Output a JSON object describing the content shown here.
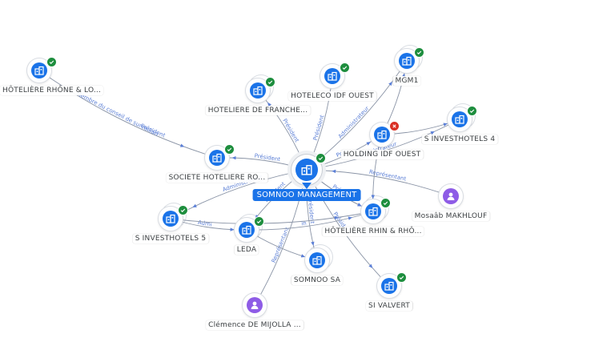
{
  "diagram": {
    "center": {
      "id": "somnoo",
      "label": "SOMNOO MANAGEMENT",
      "type": "company",
      "status": "ok"
    },
    "nodes": [
      {
        "id": "rhone",
        "label": "HÔTELIÈRE RHÔNE & LO...",
        "type": "company",
        "status": "ok"
      },
      {
        "id": "franche",
        "label": "HOTELIERE DE FRANCHE...",
        "type": "company",
        "status": "ok",
        "stack": true
      },
      {
        "id": "hoteleco",
        "label": "HOTELECO IDF OUEST",
        "type": "company",
        "status": "ok"
      },
      {
        "id": "mgm1",
        "label": "MGM1",
        "type": "company",
        "status": "ok",
        "stack": true
      },
      {
        "id": "sinvest4",
        "label": "S INVESTHOTELS 4",
        "type": "company",
        "status": "ok",
        "stack": true
      },
      {
        "id": "holding",
        "label": "HOLDING IDF OUEST",
        "type": "company",
        "status": "bad"
      },
      {
        "id": "societe",
        "label": "SOCIETE HOTELIERE RO...",
        "type": "company",
        "status": "ok"
      },
      {
        "id": "mosaab",
        "label": "Mosaâb MAKHLOUF",
        "type": "person"
      },
      {
        "id": "rhin",
        "label": "HÔTELIÈRE RHIN & RHÔ...",
        "type": "company",
        "status": "ok",
        "stack": true
      },
      {
        "id": "sinvest5",
        "label": "S INVESTHOTELS 5",
        "type": "company",
        "status": "ok",
        "stack": true
      },
      {
        "id": "leda",
        "label": "LEDA",
        "type": "company",
        "status": "ok",
        "stack": true
      },
      {
        "id": "somnoosa",
        "label": "SOMNOO SA",
        "type": "company",
        "stack": true
      },
      {
        "id": "sivalvert",
        "label": "SI VALVERT",
        "type": "company",
        "status": "ok"
      },
      {
        "id": "clemence",
        "label": "Clémence DE MIJOLLA ...",
        "type": "person"
      }
    ],
    "edges": [
      {
        "from": "rhone",
        "to": "societe",
        "labels": [
          "Membre du conseil de surveillan",
          "Président"
        ]
      },
      {
        "from": "somnoo",
        "to": "franche",
        "labels": [
          "Président"
        ]
      },
      {
        "from": "somnoo",
        "to": "hoteleco",
        "labels": [
          "Président"
        ]
      },
      {
        "from": "somnoo",
        "to": "mgm1",
        "labels": [
          "Administrateur"
        ]
      },
      {
        "from": "somnoo",
        "to": "sinvest4",
        "labels": [
          "Administrateur"
        ]
      },
      {
        "from": "somnoo",
        "to": "holding",
        "labels": [
          "Pré"
        ]
      },
      {
        "from": "somnoo",
        "to": "societe",
        "labels": [
          "Président"
        ]
      },
      {
        "from": "mosaab",
        "to": "somnoo",
        "labels": [
          "Représentant"
        ]
      },
      {
        "from": "somnoo",
        "to": "rhin",
        "labels": [
          "Pré"
        ]
      },
      {
        "from": "somnoo",
        "to": "sinvest5",
        "labels": [
          "Administrateur"
        ]
      },
      {
        "from": "somnoo",
        "to": "leda",
        "labels": [
          "Président"
        ]
      },
      {
        "from": "somnoo",
        "to": "somnoosa",
        "labels": [
          "Président"
        ]
      },
      {
        "from": "somnoo",
        "to": "sivalvert",
        "labels": [
          "Président"
        ]
      },
      {
        "from": "clemence",
        "to": "somnoo",
        "labels": [
          "Représentant"
        ]
      },
      {
        "from": "sinvest5",
        "to": "leda",
        "labels": [
          "Admi"
        ]
      },
      {
        "from": "leda",
        "to": "somnoosa",
        "labels": []
      },
      {
        "from": "sinvest5",
        "to": "rhin",
        "labels": []
      },
      {
        "from": "holding",
        "to": "sinvest4",
        "labels": []
      },
      {
        "from": "holding",
        "to": "mgm1",
        "labels": []
      },
      {
        "from": "somnoo",
        "to": "rhin",
        "labels": []
      },
      {
        "from": "holding",
        "to": "rhin",
        "labels": []
      },
      {
        "from": "leda",
        "to": "rhin",
        "labels": [
          "in"
        ]
      }
    ]
  }
}
